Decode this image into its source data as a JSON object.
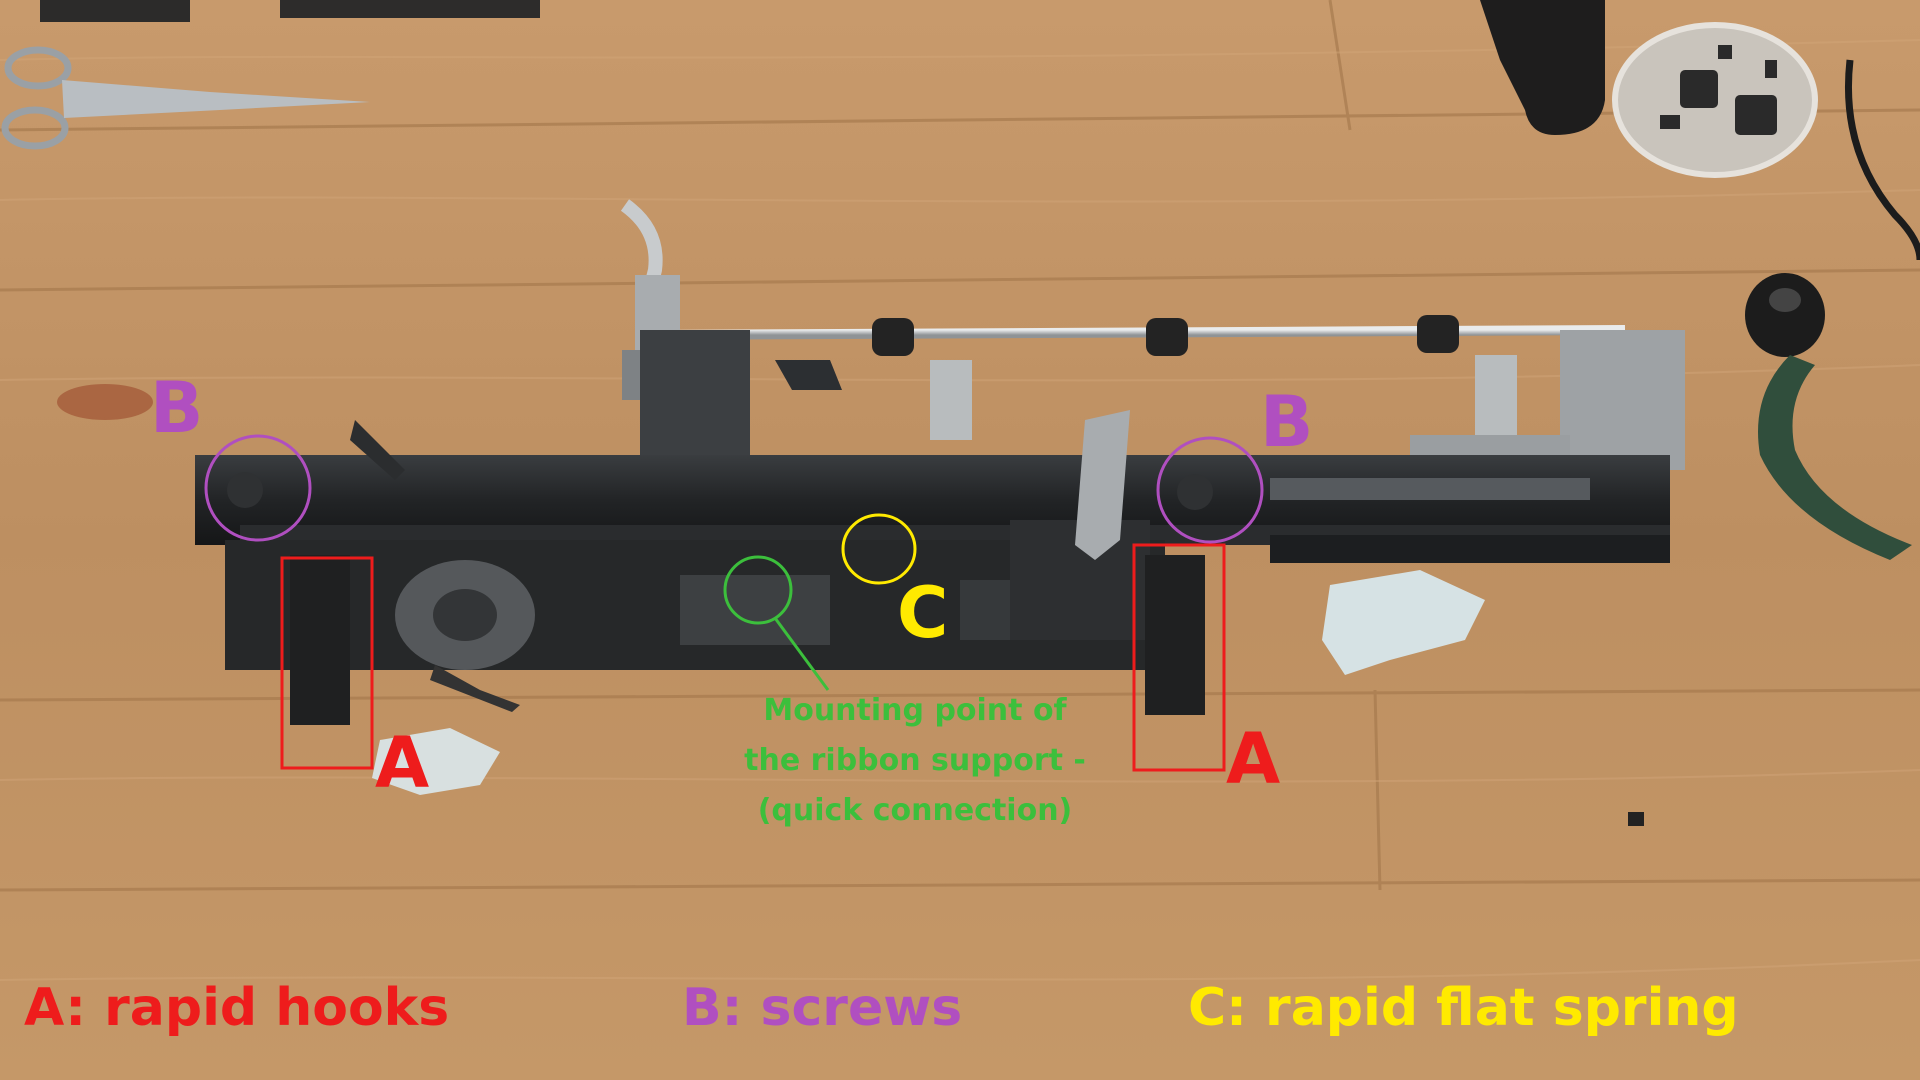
{
  "labels": {
    "a_left": "A",
    "a_right": "A",
    "b_left": "B",
    "b_right": "B",
    "c": "C"
  },
  "annotation": {
    "line1": "Mounting point of",
    "line2": "the ribbon support -",
    "line3": "(quick connection)"
  },
  "legend": {
    "a": "A: rapid hooks",
    "b": "B: screws",
    "c": "C: rapid flat spring"
  },
  "colors": {
    "a": "#ee1c1c",
    "b": "#b04fc0",
    "c": "#ffea00",
    "note": "#3cbf3c"
  }
}
